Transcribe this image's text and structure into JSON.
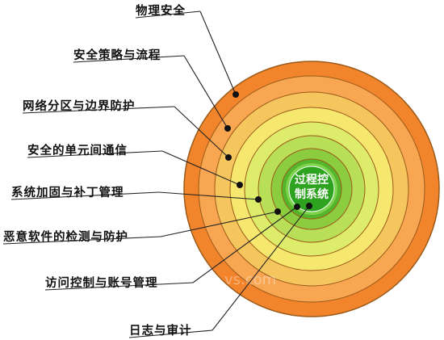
{
  "layers": [
    {
      "label": "物理安全",
      "color": "#f2852c"
    },
    {
      "label": "安全策略与流程",
      "color": "#f9a653"
    },
    {
      "label": "网络分区与边界防护",
      "color": "#f6c65e"
    },
    {
      "label": "安全的单元间通信",
      "color": "#f6e86e"
    },
    {
      "label": "系统加固与补丁管理",
      "color": "#ddec6a"
    },
    {
      "label": "恶意软件的检测与防护",
      "color": "#b9df58"
    },
    {
      "label": "访问控制与账号管理",
      "color": "#8bcd3e"
    },
    {
      "label": "日志与审计",
      "color": "#55b62b"
    }
  ],
  "core": {
    "line1": "过程控",
    "line2": "制系统",
    "color": "#2ea320",
    "ring_color": "#7dd34d"
  },
  "outline_color": "#9a5a1a",
  "watermark": "vs.com"
}
